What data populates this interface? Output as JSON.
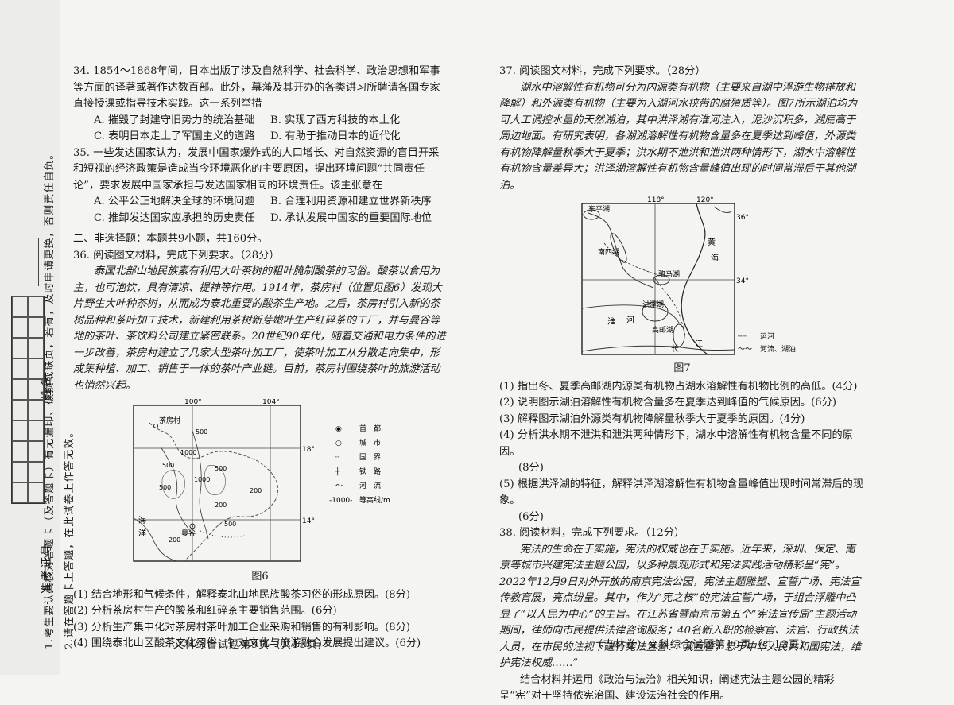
{
  "side_notice": {
    "line1": "1.考生要认真核对答题卡（及答题卡）有无漏印、破损或缺页，若有，及时申请更换，否则责任自负。",
    "line2": "2.请在答题卡上答题，在此试卷上作答无效。",
    "label_exam_no": "准考证号",
    "label_name": "姓名"
  },
  "left": {
    "q34": {
      "text": "34. 1854～1868年间，日本出版了涉及自然科学、社会科学、政治思想和军事等方面的译著或著作达数百部。此外，幕藩及其开办的各类讲习所聘请各国专家直接授课或指导技术实践。这一系列举措",
      "options": [
        "A. 摧毁了封建守旧势力的统治基础",
        "B. 实现了西方科技的本土化",
        "C. 表明日本走上了军国主义的道路",
        "D. 有助于推动日本的近代化"
      ]
    },
    "q35": {
      "text": "35. 一些发达国家认为，发展中国家爆炸式的人口增长、对自然资源的盲目开采和短视的经济政策是造成当今环境恶化的主要原因，提出环境问题“共同责任论”，要求发展中国家承担与发达国家相同的环境责任。该主张意在",
      "options": [
        "A. 公平公正地解决全球的环境问题",
        "B. 合理利用资源和建立世界新秩序",
        "C. 推卸发达国家应承担的历史责任",
        "D. 承认发展中国家的重要国际地位"
      ]
    },
    "section2": "二、非选择题：本题共9小题，共160分。",
    "q36": {
      "title": "36. 阅读图文材料，完成下列要求。（28分）",
      "material": "泰国北部山地民族素有利用大叶茶树的粗叶腌制酸茶的习俗。酸茶以食用为主，也可泡饮，具有清凉、提神等作用。1914年，茶房村（位置见图6）发现大片野生大叶种茶树，从而成为泰北重要的酸茶生产地。之后，茶房村引入新的茶树品种和茶叶加工技术，新建利用茶树新芽嫩叶生产红碎茶的工厂，并与曼谷等地的茶叶、茶饮料公司建立紧密联系。20世纪90年代，随着交通和电力条件的进一步改善，茶房村建立了几家大型茶叶加工厂，使茶叶加工从分散走向集中，形成集种植、加工、销售于一体的茶叶产业链。目前，茶房村围绕茶叶的旅游活动也悄然兴起。",
      "fig_label": "图6",
      "questions": [
        "(1) 结合地形和气候条件，解释泰北山地民族酸茶习俗的形成原因。(8分)",
        "(2) 分析茶房村生产的酸茶和红碎茶主要销售范围。(6分)",
        "(3) 分析生产集中化对茶房村茶叶加工企业采购和销售的有利影响。(8分)",
        "(4) 围绕泰北山区酸茶文化习俗，针对文化与旅游融合发展提出建议。(6分)"
      ]
    },
    "map6": {
      "lon1": "100°",
      "lon2": "104°",
      "lat1": "18°",
      "lat2": "14°",
      "contours": [
        "500",
        "1000",
        "500",
        "500",
        "1000",
        "500",
        "200",
        "200",
        "200",
        "500"
      ],
      "place_chafang": "茶房村",
      "place_bangkok": "曼谷",
      "sea": "海",
      "ocean": "洋",
      "legend": [
        {
          "sym": "◉",
          "label": "首　都"
        },
        {
          "sym": "○",
          "label": "城　市"
        },
        {
          "sym": "┈",
          "label": "国　界"
        },
        {
          "sym": "┼",
          "label": "铁　路"
        },
        {
          "sym": "～",
          "label": "河　流"
        },
        {
          "sym": "-1000-",
          "label": "等高线/m"
        }
      ]
    },
    "footer": "文科综合试题第9页（共13页）"
  },
  "right": {
    "q37": {
      "title": "37. 阅读图文材料，完成下列要求。（28分）",
      "material": "湖水中溶解性有机物可分为内源类有机物（主要来自湖中浮游生物排放和降解）和外源类有机物（主要为入湖河水挟带的腐殖质等）。图7所示湖泊均为可人工调控水量的天然湖泊，其中洪泽湖有淮河注入，泥沙沉积多，湖底高于周边地面。有研究表明，各湖湖溶解性有机物含量多在夏季达到峰值，外源类有机物降解量秋季大于夏季；洪水期不泄洪和泄洪两种情形下，湖水中溶解性有机物含量差异大；洪泽湖溶解性有机物含量峰值出现的时间常滞后于其他湖泊。",
      "fig_label": "图7",
      "questions": [
        "(1) 指出冬、夏季高邮湖内源类有机物占湖水溶解性有机物比例的高低。(4分)",
        "(2) 说明图示湖泊溶解性有机物含量多在夏季达到峰值的气候原因。(6分)",
        "(3) 解释图示湖泊外源类有机物降解量秋季大于夏季的原因。(4分)",
        "(4) 分析洪水期不泄洪和泄洪两种情形下，湖水中溶解性有机物含量不同的原因。",
        "(8分)",
        "(5) 根据洪泽湖的特征，解释洪泽湖溶解性有机物含量峰值出现时间常滞后的现象。",
        "(6分)"
      ]
    },
    "map7": {
      "lon1": "118°",
      "lon2": "120°",
      "lat1": "36°",
      "lat2": "34°",
      "dongping": "东平湖",
      "nansi": "南四湖",
      "luoma": "骆马湖",
      "hongze": "洪泽湖",
      "gaoyou": "高邮湖",
      "huang": "黄",
      "hai": "海",
      "huai": "淮",
      "he": "河",
      "chang": "长",
      "jiang": "江",
      "legend": [
        {
          "sym": "┄┄",
          "label": "运河"
        },
        {
          "sym": "～～",
          "label": "河流、湖泊"
        }
      ]
    },
    "q38": {
      "title": "38. 阅读材料，完成下列要求。（12分）",
      "material": "宪法的生命在于实施，宪法的权威也在于实施。近年来，深圳、保定、南京等城市兴建宪法主题公园，以多种景观形式和宪法实践活动精彩呈“宪”。2022年12月9日对外开放的南京宪法公园，宪法主题雕塑、宣誓广场、宪法宣传教育展，亮点纷呈。其中，作为“宪之核”的宪法宣誓广场，于组合浮雕中凸显了“以人民为中心”的主旨。在江苏省暨南京市第五个“宪法宣传周”主题活动期间，律师向市民提供法律咨询服务；40名新入职的检察官、法官、行政执法人员，在市民的注视下进行宪法宣誓：“我宣誓，忠于中华人民共和国宪法，维护宪法权威……”",
      "question": "结合材料并运用《政治与法治》相关知识，阐述宪法主题公园的精彩呈“宪”对于坚持依宪治国、建设法治社会的作用。"
    },
    "footer": "（吉林卷）文科综合试题第10页（共13页）"
  }
}
